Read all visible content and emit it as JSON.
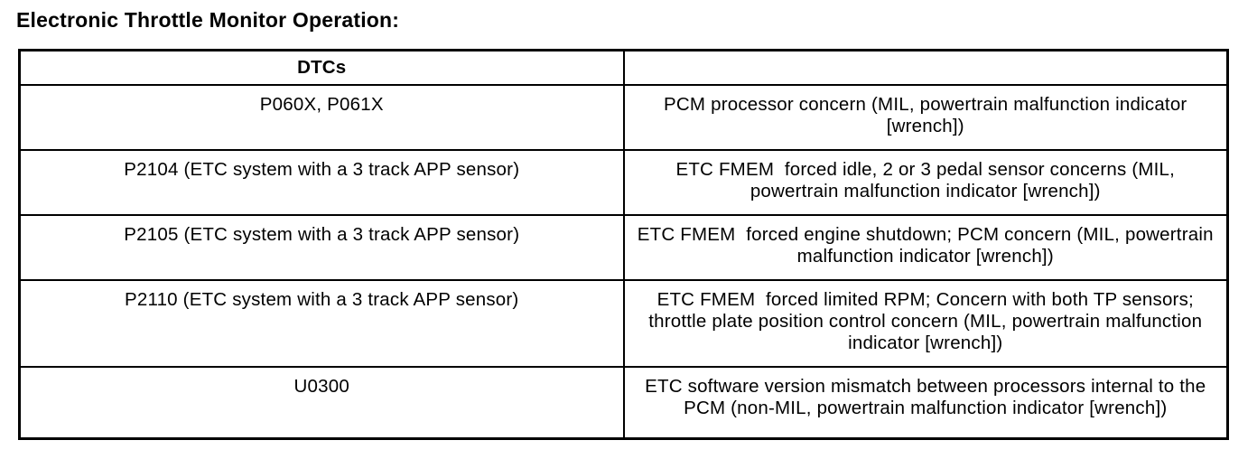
{
  "title": "Electronic Throttle Monitor Operation:",
  "colors": {
    "text": "#000000",
    "border": "#000000",
    "background": "#ffffff"
  },
  "table": {
    "columns": [
      {
        "header": "DTCs"
      },
      {
        "header": ""
      }
    ],
    "rows": [
      {
        "dtc": "P060X, P061X",
        "description": "PCM processor concern (MIL, powertrain malfunction indicator [wrench])"
      },
      {
        "dtc": "P2104 (ETC system with a 3 track APP sensor)",
        "description": "ETC FMEM  forced idle, 2 or 3 pedal sensor concerns (MIL, powertrain malfunction indicator [wrench])"
      },
      {
        "dtc": "P2105 (ETC system with a 3 track APP sensor)",
        "description": "ETC FMEM  forced engine shutdown; PCM concern (MIL, powertrain malfunction indicator [wrench])"
      },
      {
        "dtc": "P2110 (ETC system with a 3 track APP sensor)",
        "description": "ETC FMEM  forced limited RPM; Concern with both TP sensors; throttle plate position control concern (MIL, powertrain malfunction indicator [wrench])"
      },
      {
        "dtc": "U0300",
        "description": "ETC software version mismatch between processors internal to the PCM (non-MIL, powertrain malfunction indicator [wrench])"
      }
    ]
  }
}
